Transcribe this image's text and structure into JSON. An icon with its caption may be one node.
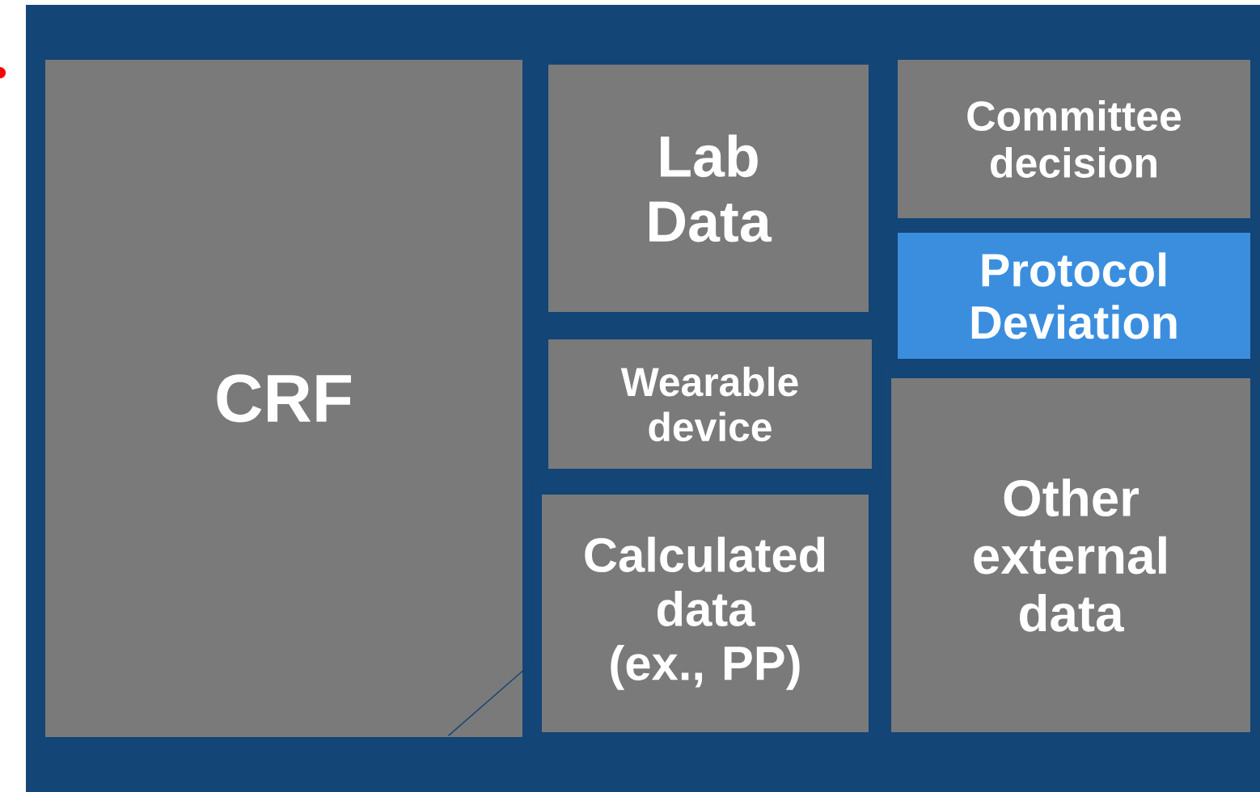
{
  "diagram": {
    "nodes": [
      {
        "text": [
          "CRF"
        ]
      },
      {
        "text": [
          "Lab Data"
        ]
      },
      {
        "text": [
          "Committee decision"
        ]
      },
      {
        "text": [
          "Protocol Deviation"
        ]
      },
      {
        "text": [
          "Wearable device"
        ]
      },
      {
        "text": [
          "Calculated data (ex., PP)"
        ]
      },
      {
        "text": [
          "Other external data"
        ]
      }
    ],
    "edges": [
      {
        "from": 0,
        "to": 3,
        "arrow": "none"
      }
    ]
  }
}
